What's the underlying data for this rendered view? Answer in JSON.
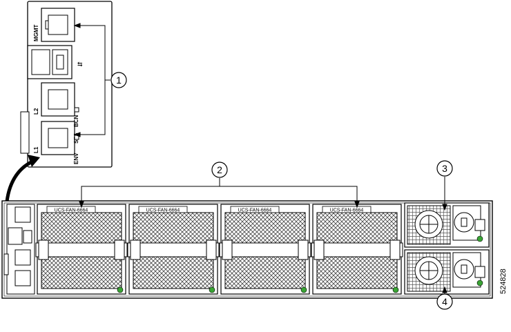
{
  "callouts": [
    "1",
    "2",
    "3",
    "4"
  ],
  "fan_label": "UCS-FAN-6664",
  "fan_labels": [
    "UCS-FAN-6664",
    "UCS-FAN-6664",
    "UCS-FAN-6664",
    "UCS-FAN-6664"
  ],
  "port_labels": {
    "mgmt": "MGMT",
    "l2": "L2",
    "l1": "L1",
    "env": "ENV",
    "sts": "STS",
    "bcn": "BCN"
  },
  "figure_id": "524828",
  "colors": {
    "line": "#000000",
    "led": "#3aa535",
    "panel": "#ffffff",
    "mesh": "#555555"
  }
}
